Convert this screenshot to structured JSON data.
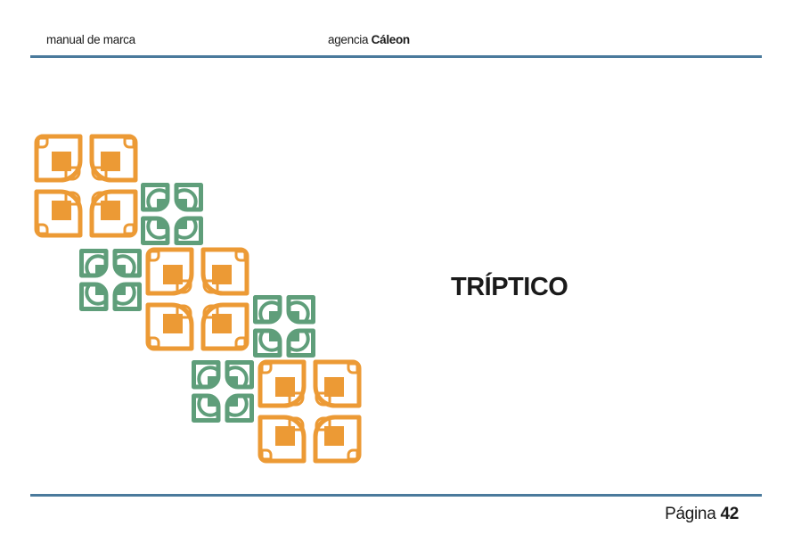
{
  "header": {
    "left": "manual de marca",
    "agency_prefix": "agencia",
    "agency_name": "Cáleon"
  },
  "main": {
    "title": "TRÍPTICO"
  },
  "footer": {
    "page_label": "Página",
    "page_number": "42"
  },
  "colors": {
    "orange": "#ec9a35",
    "green": "#5f9e7a",
    "rule": "#4a7a9c"
  }
}
